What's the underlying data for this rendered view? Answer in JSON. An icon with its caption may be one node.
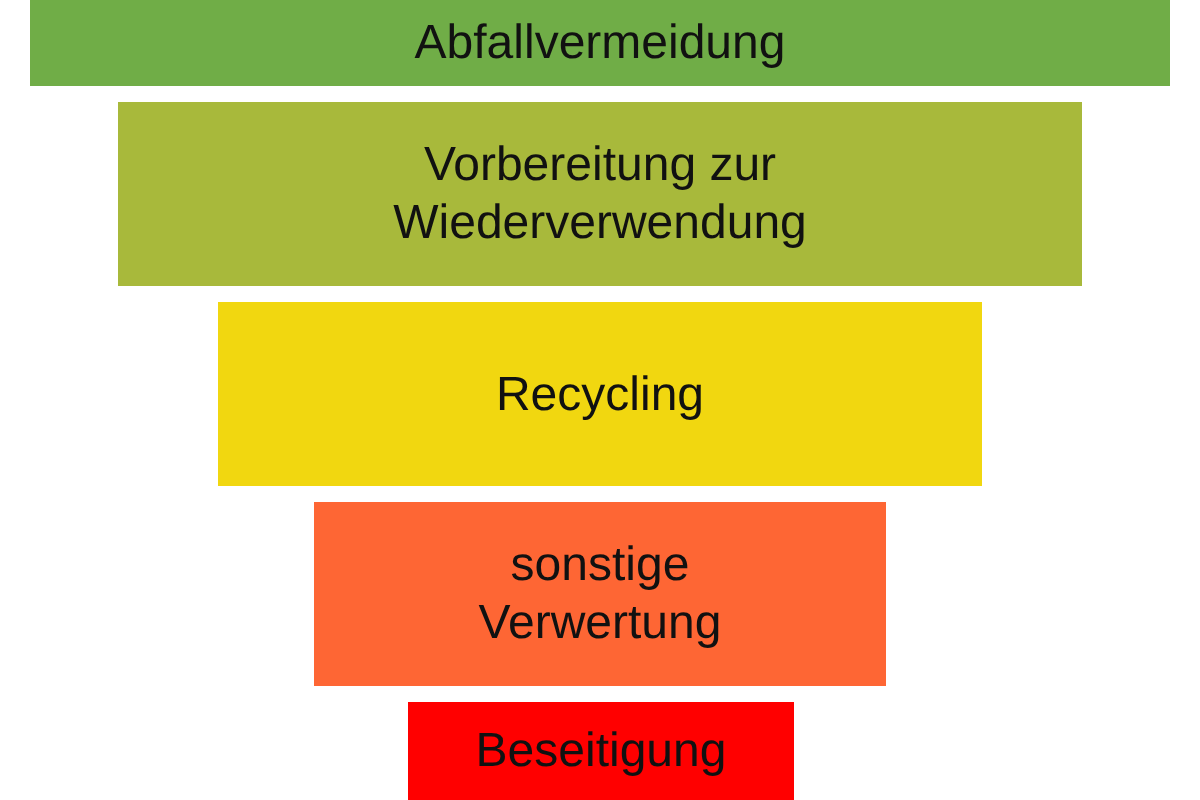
{
  "diagram": {
    "nodes": [
      {
        "text": [
          "Abfallvermeidung"
        ]
      },
      {
        "text": [
          "Vorbereitung zur Wiederverwendung"
        ]
      },
      {
        "text": [
          "Recycling"
        ]
      },
      {
        "text": [
          "sonstige Verwertung"
        ]
      },
      {
        "text": [
          "Beseitigung"
        ]
      }
    ]
  }
}
